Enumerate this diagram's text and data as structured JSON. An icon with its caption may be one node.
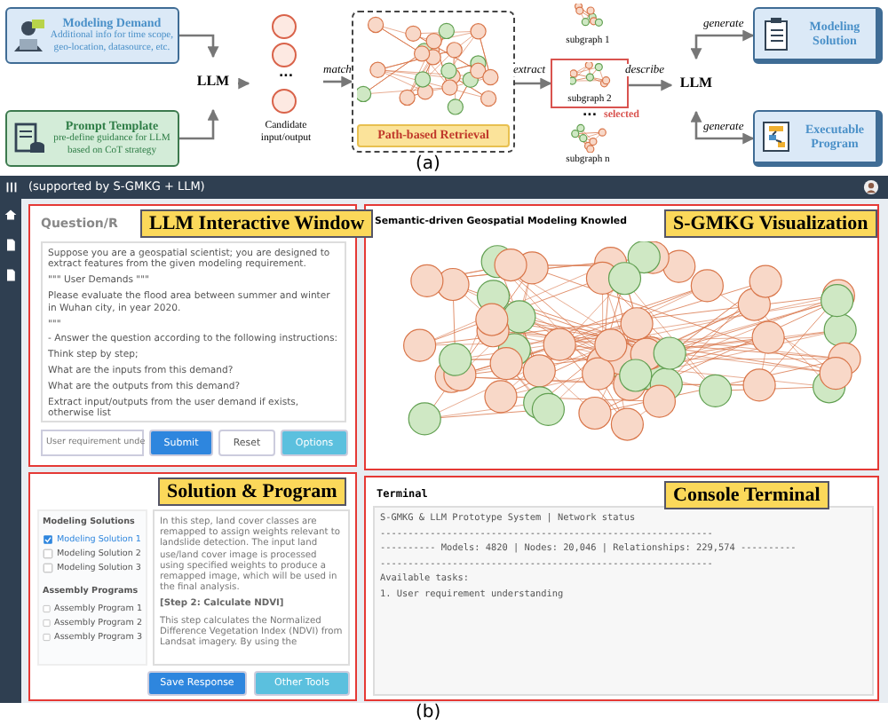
{
  "diagram": {
    "nodes": [
      {
        "text": [
          "Modeling Demand",
          "Additional info for time scope, geo-location, datasource, etc."
        ]
      },
      {
        "text": [
          "Prompt Template",
          "pre-define guidance for LLM based on CoT strategy"
        ]
      },
      {
        "text": [
          "LLM"
        ]
      },
      {
        "text": [
          "Candidate input/output"
        ]
      },
      {
        "text": [],
        "shape": "circle",
        "in": 3
      },
      {
        "text": [],
        "shape": "circle",
        "in": 3
      },
      {
        "text": [],
        "shape": "circle",
        "in": 3
      },
      {
        "text": [
          "Path-based Retrieval"
        ]
      },
      {
        "text": [
          "subgraph 1"
        ]
      },
      {
        "text": [
          "subgraph 2"
        ],
        "beside": [
          "selected"
        ]
      },
      {
        "text": [
          "subgraph n"
        ]
      },
      {
        "text": [
          "LLM"
        ]
      },
      {
        "text": [
          "Modeling Solution"
        ]
      },
      {
        "text": [
          "Executable Program"
        ]
      },
      {
        "text": [
          "LLM Interactive Window"
        ]
      },
      {
        "text": [
          "S-GMKG Visualization"
        ]
      },
      {
        "text": [
          "Solution & Program"
        ]
      },
      {
        "text": [
          "Console Terminal"
        ]
      }
    ],
    "edges": [
      {
        "from": 0,
        "to": 2,
        "arrow": "to"
      },
      {
        "from": 1,
        "to": 2,
        "arrow": "to"
      },
      {
        "from": 2,
        "to": 3,
        "arrow": "to"
      },
      {
        "from": 3,
        "to": 7,
        "arrow": "to",
        "label": "match"
      },
      {
        "from": 7,
        "to": 9,
        "arrow": "to",
        "label": "extract"
      },
      {
        "from": 9,
        "to": 11,
        "arrow": "to",
        "label": "describe"
      },
      {
        "from": 11,
        "to": 12,
        "arrow": "both",
        "label": "generate"
      },
      {
        "from": 11,
        "to": 13,
        "arrow": "both",
        "label": "generate"
      }
    ],
    "labels": [
      "...",
      "...",
      "(a)",
      "(supported by S-GMKG + LLM)",
      "Question/R",
      "Suppose you are a geospatial scientist; you are designed to extract features from the given modeling requirement.",
      "\"\"\" User Demands \"\"\"",
      "Please evaluate the flood area between summer and winter in Wuhan city, in year 2020.",
      "\"\"\"",
      "- Answer the question according to the following instructions:",
      "Think step by step;",
      "What are the inputs from this demand?",
      "What are the outputs from this demand?",
      "Extract input/outputs from the user demand if exists, otherwise list",
      "User requirement unde",
      "Submit",
      "Reset",
      "Options",
      "Semantic-driven Geospatial Modeling Knowled",
      "Modeling Solutions",
      "Modeling Solution 1",
      "Modeling Solution 2",
      "Modeling Solution 3",
      "Assembly Programs",
      "Assembly Program 1",
      "Assembly Program 2",
      "Assembly Program 3",
      "In this step, land cover classes are remapped to assign weights relevant to landslide detection. The input land use/land cover image is processed using specified weights to produce a remapped image, which will be used in the final analysis.",
      "[Step 2: Calculate NDVI]",
      "This step calculates the Normalized Difference Vegetation Index (NDVI) from Landsat imagery. By using the",
      "Save Response",
      "Other Tools",
      "Terminal",
      "S-GMKG & LLM Prototype System | Network status",
      "------------------------------------------------------------",
      "---------- Models: 4820 | Nodes: 20,046 | Relationships: 229,574 ----------",
      "------------------------------------------------------------",
      "Available tasks:",
      "1. User requirement understanding",
      "(b)"
    ]
  }
}
